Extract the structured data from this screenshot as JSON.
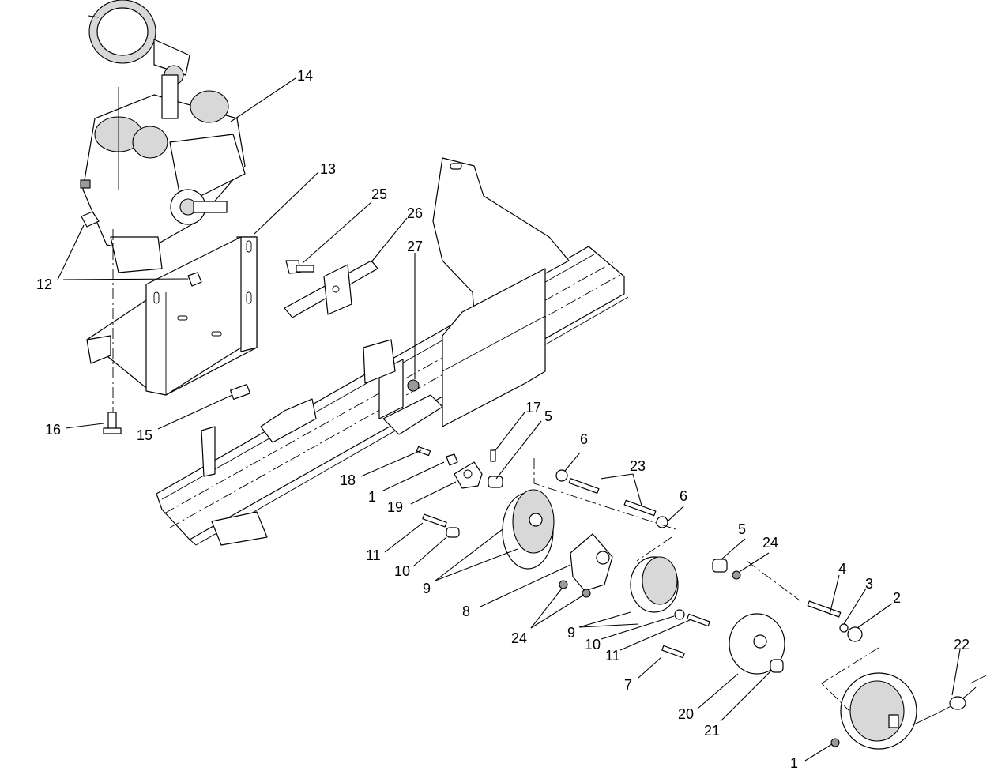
{
  "callouts": [
    {
      "id": "c14",
      "label": "14"
    },
    {
      "id": "c13",
      "label": "13"
    },
    {
      "id": "c25",
      "label": "25"
    },
    {
      "id": "c26",
      "label": "26"
    },
    {
      "id": "c27",
      "label": "27"
    },
    {
      "id": "c12",
      "label": "12"
    },
    {
      "id": "c16",
      "label": "16"
    },
    {
      "id": "c15",
      "label": "15"
    },
    {
      "id": "c17",
      "label": "17"
    },
    {
      "id": "c5a",
      "label": "5"
    },
    {
      "id": "c6a",
      "label": "6"
    },
    {
      "id": "c23",
      "label": "23"
    },
    {
      "id": "c18",
      "label": "18"
    },
    {
      "id": "c1a",
      "label": "1"
    },
    {
      "id": "c19",
      "label": "19"
    },
    {
      "id": "c6b",
      "label": "6"
    },
    {
      "id": "c11a",
      "label": "11"
    },
    {
      "id": "c10a",
      "label": "10"
    },
    {
      "id": "c9a",
      "label": "9"
    },
    {
      "id": "c5b",
      "label": "5"
    },
    {
      "id": "c24a",
      "label": "24"
    },
    {
      "id": "c8",
      "label": "8"
    },
    {
      "id": "c4",
      "label": "4"
    },
    {
      "id": "c3",
      "label": "3"
    },
    {
      "id": "c2",
      "label": "2"
    },
    {
      "id": "c24b",
      "label": "24"
    },
    {
      "id": "c9b",
      "label": "9"
    },
    {
      "id": "c10b",
      "label": "10"
    },
    {
      "id": "c11b",
      "label": "11"
    },
    {
      "id": "c22",
      "label": "22"
    },
    {
      "id": "c7",
      "label": "7"
    },
    {
      "id": "c20",
      "label": "20"
    },
    {
      "id": "c21",
      "label": "21"
    },
    {
      "id": "c1b",
      "label": "1"
    }
  ]
}
